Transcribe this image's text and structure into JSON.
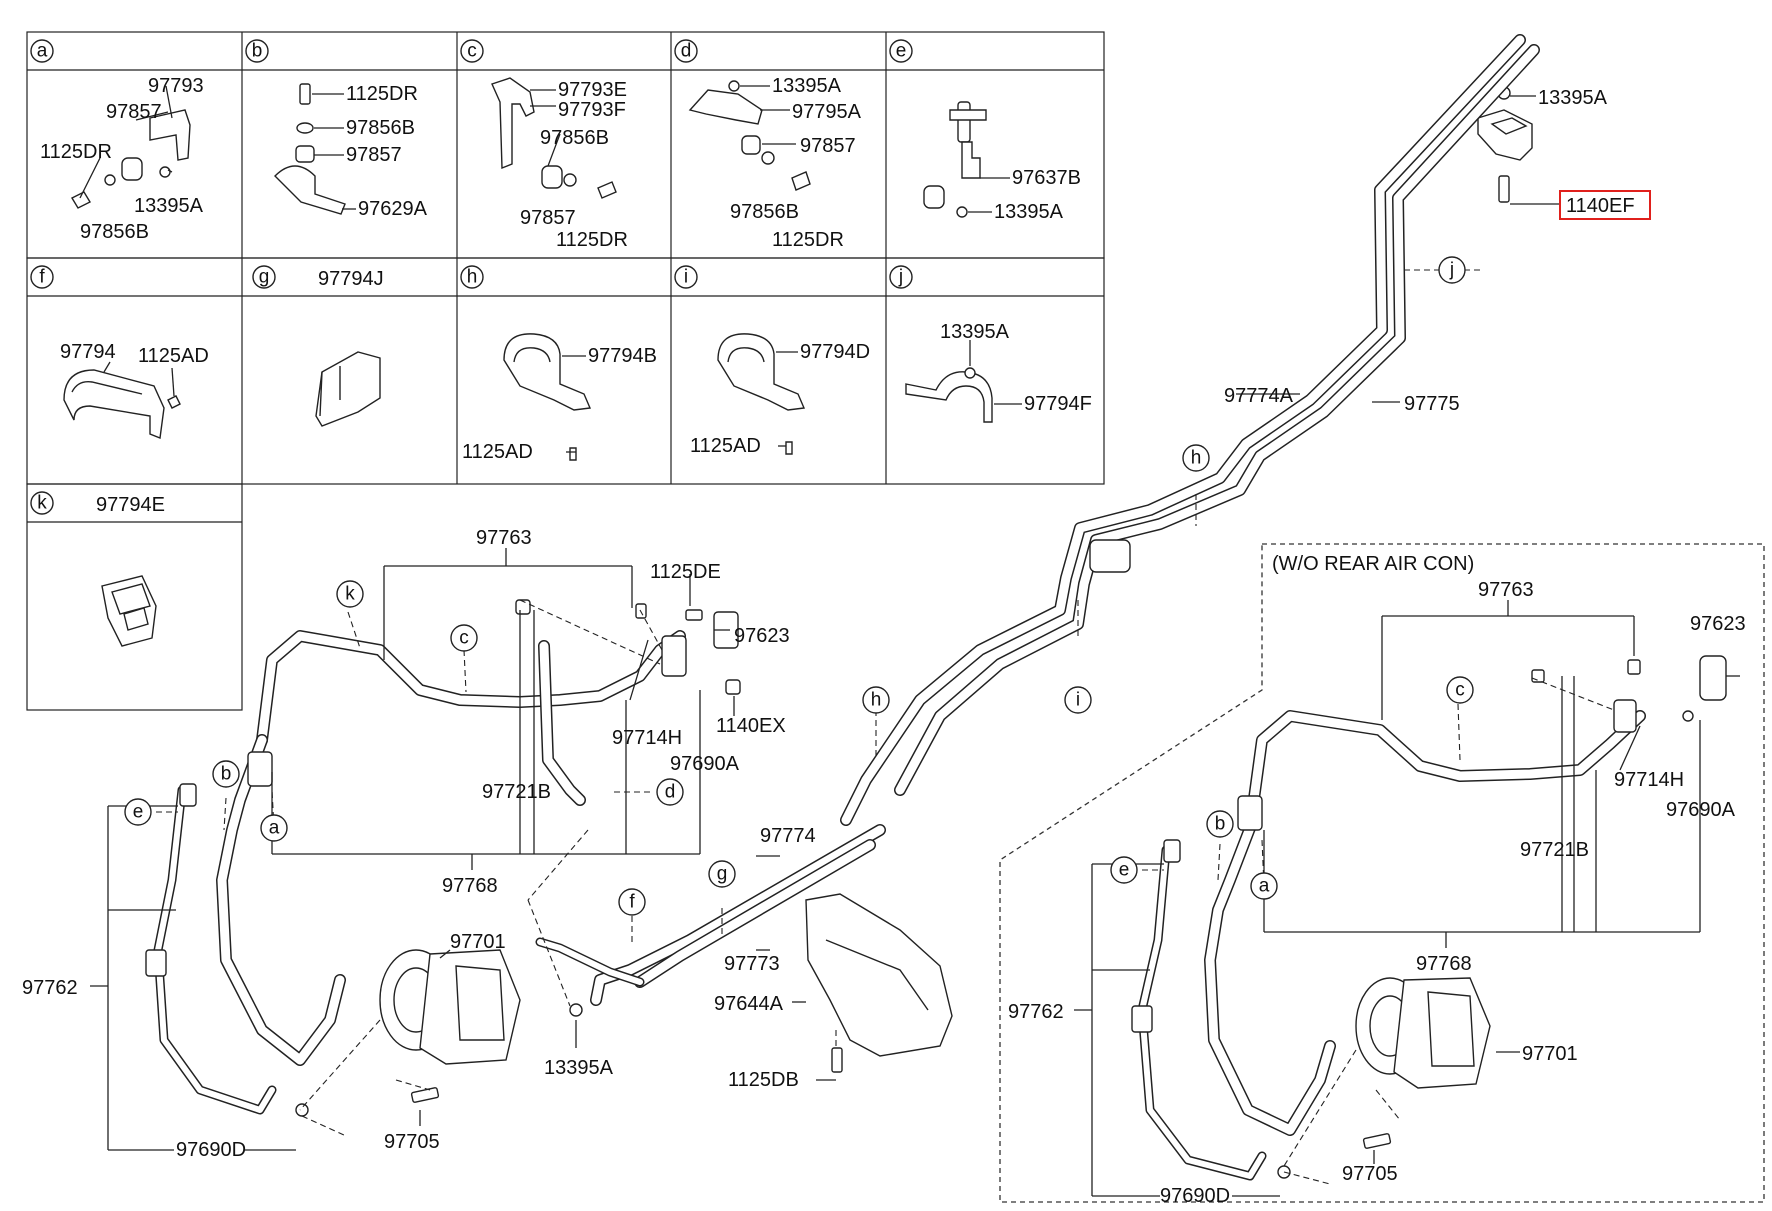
{
  "panels": [
    {
      "letter": "a",
      "header": "",
      "parts": [
        "97793",
        "97857",
        "1125DR",
        "13395A",
        "97856B"
      ]
    },
    {
      "letter": "b",
      "header": "",
      "parts": [
        "1125DR",
        "97856B",
        "97857",
        "97629A"
      ]
    },
    {
      "letter": "c",
      "header": "",
      "parts": [
        "97793E",
        "97793F",
        "97856B",
        "97857",
        "1125DR"
      ]
    },
    {
      "letter": "d",
      "header": "",
      "parts": [
        "13395A",
        "97795A",
        "97857",
        "97856B",
        "1125DR"
      ]
    },
    {
      "letter": "e",
      "header": "",
      "parts": [
        "97637B",
        "13395A"
      ]
    },
    {
      "letter": "f",
      "header": "",
      "parts": [
        "97794",
        "1125AD"
      ]
    },
    {
      "letter": "g",
      "header": "97794J",
      "parts": []
    },
    {
      "letter": "h",
      "header": "",
      "parts": [
        "97794B",
        "1125AD"
      ]
    },
    {
      "letter": "i",
      "header": "",
      "parts": [
        "97794D",
        "1125AD"
      ]
    },
    {
      "letter": "j",
      "header": "",
      "parts": [
        "13395A",
        "97794F"
      ]
    },
    {
      "letter": "k",
      "header": "97794E",
      "parts": []
    }
  ],
  "top_right": {
    "nut": "13395A",
    "bolt": "1140EF"
  },
  "main_labels": {
    "l97774A": "97774A",
    "l97775": "97775",
    "l97763": "97763",
    "l1125DE": "1125DE",
    "l97623": "97623",
    "l1140EX": "1140EX",
    "l97714H": "97714H",
    "l97690A": "97690A",
    "l97721B": "97721B",
    "l97768": "97768",
    "l97701": "97701",
    "l97762": "97762",
    "l97690D": "97690D",
    "l97705": "97705",
    "l13395A": "13395A",
    "l97774": "97774",
    "l97773": "97773",
    "l97644A": "97644A",
    "l1125DB": "1125DB"
  },
  "inset": {
    "title": "(W/O REAR AIR CON)",
    "l97763": "97763",
    "l97623": "97623",
    "l97714H": "97714H",
    "l97690A": "97690A",
    "l97721B": "97721B",
    "l97768": "97768",
    "l97701": "97701",
    "l97762": "97762",
    "l97690D": "97690D",
    "l97705": "97705"
  },
  "callouts": {
    "a": "a",
    "b": "b",
    "c": "c",
    "d": "d",
    "e": "e",
    "f": "f",
    "g": "g",
    "h": "h",
    "i": "i",
    "j": "j",
    "k": "k"
  }
}
